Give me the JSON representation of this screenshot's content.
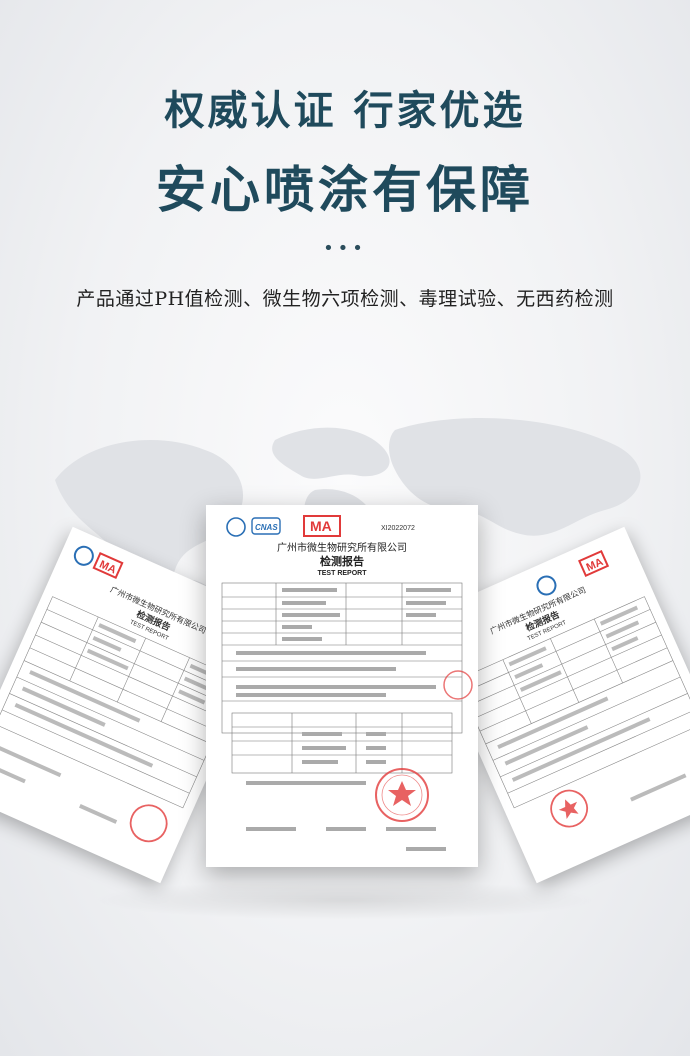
{
  "header": {
    "line1": "权威认证 行家优选",
    "line2": "安心喷涂有保障",
    "dots": "•••",
    "subtitle": "产品通过PH值检测、微生物六项检测、毒理试验、无西药检测"
  },
  "colors": {
    "heading": "#1f4a5c",
    "stamp": "#e23b3b",
    "ma_logo": "#e13a3a",
    "cnas_logo": "#2a6fb5"
  },
  "report": {
    "logos": [
      "ilac-mra-logo",
      "cnas-logo",
      "cma-logo"
    ],
    "ma_text": "MA",
    "cnas_text": "CNAS",
    "institute": "广州市微生物研究所有限公司",
    "title_cn": "检测报告",
    "title_en": "TEST REPORT",
    "report_no": "XI2022072"
  }
}
